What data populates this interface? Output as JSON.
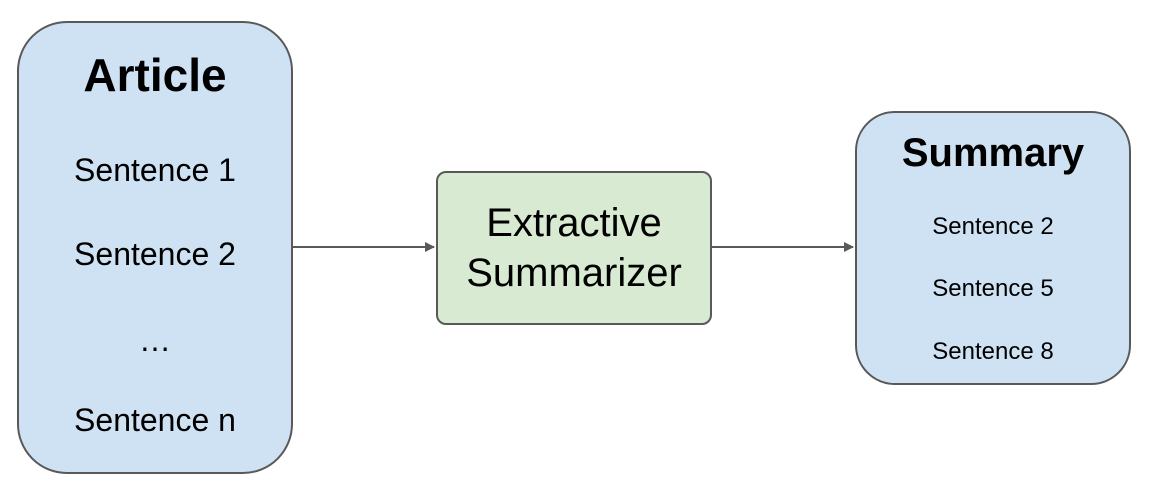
{
  "article": {
    "title": "Article",
    "items": [
      "Sentence 1",
      "Sentence 2",
      "…",
      "Sentence n"
    ]
  },
  "summarizer": {
    "line1": "Extractive",
    "line2": "Summarizer"
  },
  "summary": {
    "title": "Summary",
    "items": [
      "Sentence 2",
      "Sentence 5",
      "Sentence 8"
    ]
  },
  "colors": {
    "input_box_fill": "#cfe2f3",
    "process_box_fill": "#d9ead3",
    "border": "#595959",
    "arrow": "#595959"
  }
}
